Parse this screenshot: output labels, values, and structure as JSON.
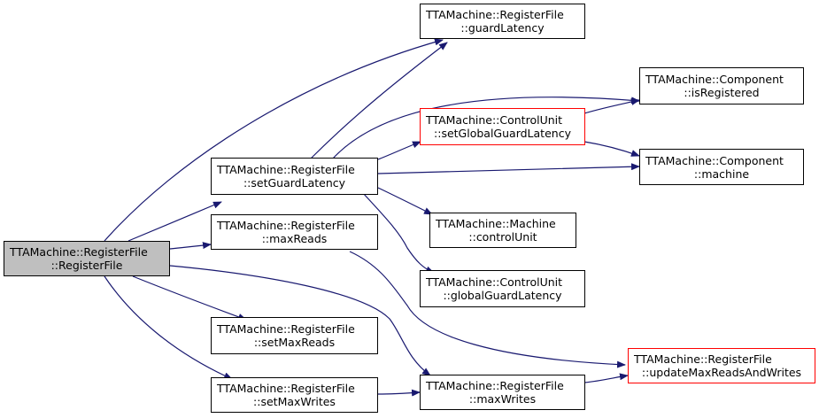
{
  "colors": {
    "edge": "#191970",
    "border": "#000000",
    "red_border": "#ff0000",
    "focus_fill": "#bfbfbf"
  },
  "nodes": {
    "registerFile": {
      "line1": "TTAMachine::RegisterFile",
      "line2": "::RegisterFile"
    },
    "setGuardLatency": {
      "line1": "TTAMachine::RegisterFile",
      "line2": "::setGuardLatency"
    },
    "maxReads": {
      "line1": "TTAMachine::RegisterFile",
      "line2": "::maxReads"
    },
    "setMaxReads": {
      "line1": "TTAMachine::RegisterFile",
      "line2": "::setMaxReads"
    },
    "setMaxWrites": {
      "line1": "TTAMachine::RegisterFile",
      "line2": "::setMaxWrites"
    },
    "guardLatency": {
      "line1": "TTAMachine::RegisterFile",
      "line2": "::guardLatency"
    },
    "setGlobalGuardLatency": {
      "line1": "TTAMachine::ControlUnit",
      "line2": "::setGlobalGuardLatency"
    },
    "controlUnit": {
      "line1": "TTAMachine::Machine",
      "line2": "::controlUnit"
    },
    "globalGuardLatency": {
      "line1": "TTAMachine::ControlUnit",
      "line2": "::globalGuardLatency"
    },
    "maxWrites": {
      "line1": "TTAMachine::RegisterFile",
      "line2": "::maxWrites"
    },
    "isRegistered": {
      "line1": "TTAMachine::Component",
      "line2": "::isRegistered"
    },
    "machine": {
      "line1": "TTAMachine::Component",
      "line2": "::machine"
    },
    "updateMaxReadsAndWrites": {
      "line1": "TTAMachine::RegisterFile",
      "line2": "::updateMaxReadsAndWrites"
    }
  }
}
